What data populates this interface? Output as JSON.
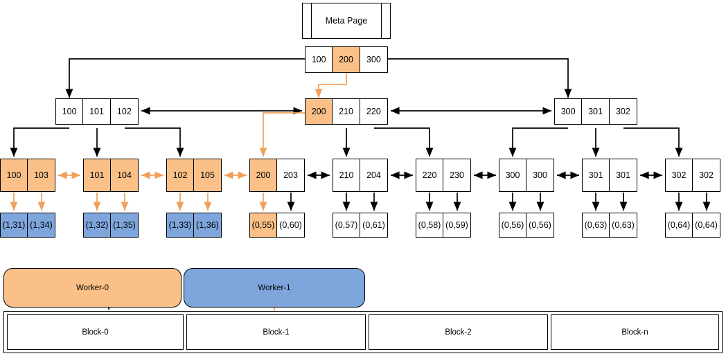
{
  "colors": {
    "orange_fill": "#fac087",
    "blue_fill": "#7ea6dd",
    "orange_stroke": "#f0a05a",
    "black_stroke": "#000000",
    "white_fill": "#ffffff"
  },
  "meta_page": {
    "label": "Meta Page"
  },
  "root_node": {
    "cells": [
      {
        "label": "100",
        "fill": "white"
      },
      {
        "label": "200",
        "fill": "orange"
      },
      {
        "label": "300",
        "fill": "white"
      }
    ]
  },
  "internal_nodes": [
    {
      "name": "internal-node-left",
      "cells": [
        {
          "label": "100",
          "fill": "white"
        },
        {
          "label": "101",
          "fill": "white"
        },
        {
          "label": "102",
          "fill": "white"
        }
      ]
    },
    {
      "name": "internal-node-middle",
      "cells": [
        {
          "label": "200",
          "fill": "orange"
        },
        {
          "label": "210",
          "fill": "white"
        },
        {
          "label": "220",
          "fill": "white"
        }
      ]
    },
    {
      "name": "internal-node-right",
      "cells": [
        {
          "label": "300",
          "fill": "white"
        },
        {
          "label": "301",
          "fill": "white"
        },
        {
          "label": "302",
          "fill": "white"
        }
      ]
    }
  ],
  "leaf_nodes": [
    {
      "name": "leaf-node-0",
      "cells": [
        {
          "label": "100",
          "fill": "orange"
        },
        {
          "label": "103",
          "fill": "orange"
        }
      ]
    },
    {
      "name": "leaf-node-1",
      "cells": [
        {
          "label": "101",
          "fill": "orange"
        },
        {
          "label": "104",
          "fill": "orange"
        }
      ]
    },
    {
      "name": "leaf-node-2",
      "cells": [
        {
          "label": "102",
          "fill": "orange"
        },
        {
          "label": "105",
          "fill": "orange"
        }
      ]
    },
    {
      "name": "leaf-node-3",
      "cells": [
        {
          "label": "200",
          "fill": "orange"
        },
        {
          "label": "203",
          "fill": "white"
        }
      ]
    },
    {
      "name": "leaf-node-4",
      "cells": [
        {
          "label": "210",
          "fill": "white"
        },
        {
          "label": "204",
          "fill": "white"
        }
      ]
    },
    {
      "name": "leaf-node-5",
      "cells": [
        {
          "label": "220",
          "fill": "white"
        },
        {
          "label": "230",
          "fill": "white"
        }
      ]
    },
    {
      "name": "leaf-node-6",
      "cells": [
        {
          "label": "300",
          "fill": "white"
        },
        {
          "label": "300",
          "fill": "white"
        }
      ]
    },
    {
      "name": "leaf-node-7",
      "cells": [
        {
          "label": "301",
          "fill": "white"
        },
        {
          "label": "301",
          "fill": "white"
        }
      ]
    },
    {
      "name": "leaf-node-8",
      "cells": [
        {
          "label": "302",
          "fill": "white"
        },
        {
          "label": "302",
          "fill": "white"
        }
      ]
    }
  ],
  "tuple_nodes": [
    {
      "name": "tuple-node-0",
      "cells": [
        {
          "label": "(1,31)",
          "fill": "blue"
        },
        {
          "label": "(1,34)",
          "fill": "blue"
        }
      ]
    },
    {
      "name": "tuple-node-1",
      "cells": [
        {
          "label": "(1,32)",
          "fill": "blue"
        },
        {
          "label": "(1,35)",
          "fill": "blue"
        }
      ]
    },
    {
      "name": "tuple-node-2",
      "cells": [
        {
          "label": "(1,33)",
          "fill": "blue"
        },
        {
          "label": "(1,36)",
          "fill": "blue"
        }
      ]
    },
    {
      "name": "tuple-node-3",
      "cells": [
        {
          "label": "(0,55)",
          "fill": "orange"
        },
        {
          "label": "(0,60)",
          "fill": "white"
        }
      ]
    },
    {
      "name": "tuple-node-4",
      "cells": [
        {
          "label": "(0,57)",
          "fill": "white"
        },
        {
          "label": "(0,61)",
          "fill": "white"
        }
      ]
    },
    {
      "name": "tuple-node-5",
      "cells": [
        {
          "label": "(0,58)",
          "fill": "white"
        },
        {
          "label": "(0,59)",
          "fill": "white"
        }
      ]
    },
    {
      "name": "tuple-node-6",
      "cells": [
        {
          "label": "(0,56)",
          "fill": "white"
        },
        {
          "label": "(0,56)",
          "fill": "white"
        }
      ]
    },
    {
      "name": "tuple-node-7",
      "cells": [
        {
          "label": "(0,63)",
          "fill": "white"
        },
        {
          "label": "(0,63)",
          "fill": "white"
        }
      ]
    },
    {
      "name": "tuple-node-8",
      "cells": [
        {
          "label": "(0,64)",
          "fill": "white"
        },
        {
          "label": "(0,64)",
          "fill": "white"
        }
      ]
    }
  ],
  "legend": {
    "workers": [
      {
        "name": "worker-0",
        "label": "Worker-0",
        "color": "#fac087"
      },
      {
        "name": "worker-1",
        "label": "Worker-1",
        "color": "#7ea6dd"
      }
    ]
  },
  "blocks": [
    {
      "name": "block-0",
      "label": "Block-0"
    },
    {
      "name": "block-1",
      "label": "Block-1"
    },
    {
      "name": "block-2",
      "label": "Block-2"
    },
    {
      "name": "block-n",
      "label": "Block-n"
    }
  ]
}
